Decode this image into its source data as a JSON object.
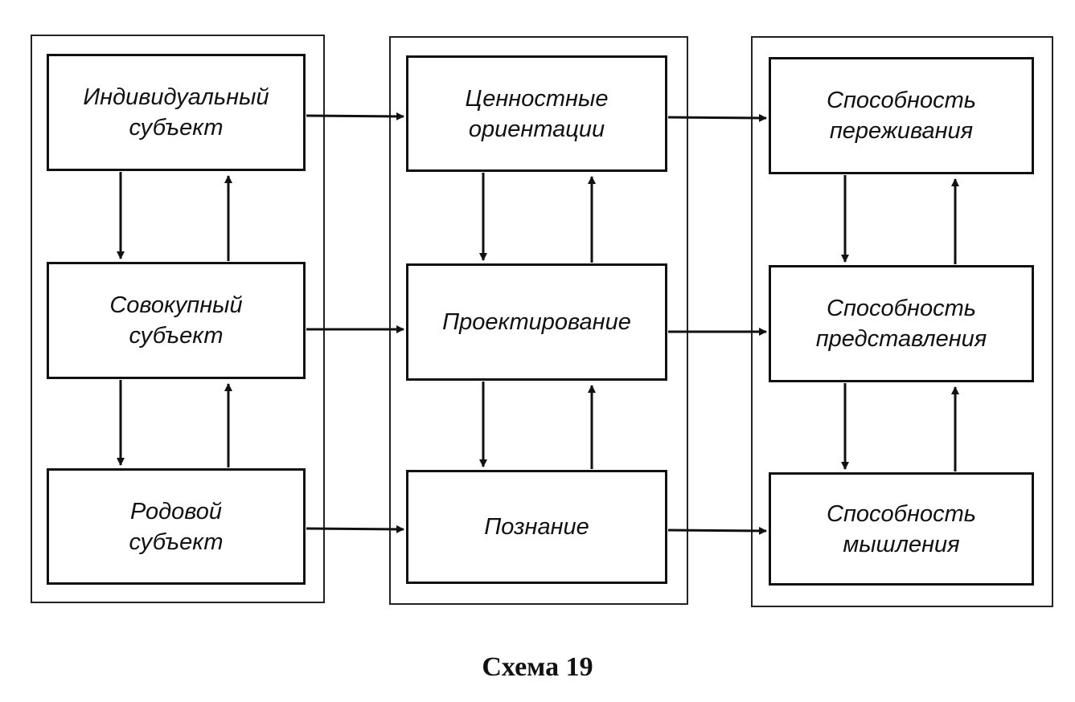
{
  "diagram": {
    "columns": [
      {
        "nodes": [
          {
            "label": "Индивидуальный\nсубъект"
          },
          {
            "label": "Совокупный\nсубъект"
          },
          {
            "label": "Родовой\nсубъект"
          }
        ]
      },
      {
        "nodes": [
          {
            "label": "Ценностные\nориентации"
          },
          {
            "label": "Проектирование"
          },
          {
            "label": "Познание"
          }
        ]
      },
      {
        "nodes": [
          {
            "label": "Способность\nпереживания"
          },
          {
            "label": "Способность\nпредставления"
          },
          {
            "label": "Способность\nмышления"
          }
        ]
      }
    ],
    "caption": "Схема 19"
  }
}
